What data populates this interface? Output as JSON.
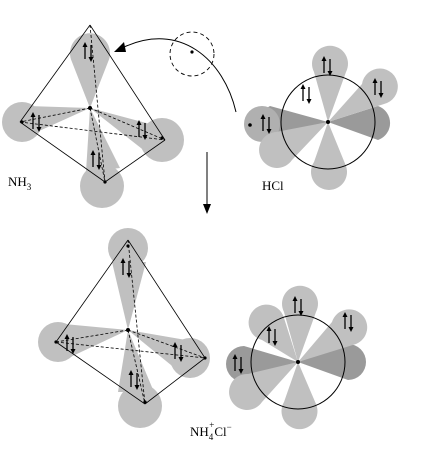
{
  "labels": {
    "nh3": {
      "base": "NH",
      "sub": "3"
    },
    "hcl": {
      "text": "HCl"
    },
    "product": {
      "a": "NH",
      "a_sub": "4",
      "a_sup": "+",
      "b": "Cl",
      "b_sup": "−"
    }
  },
  "colors": {
    "lobe": "#c0c0c0",
    "lobe_dark": "#9a9a9a",
    "lobe_mid": "#b0b0b0",
    "line": "#000000",
    "background": "#ffffff"
  }
}
